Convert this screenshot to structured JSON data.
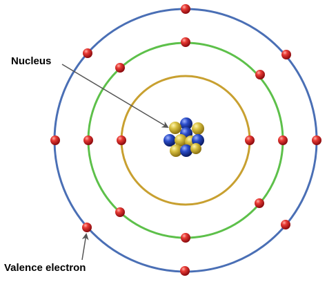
{
  "labels": {
    "nucleus": "Nucleus",
    "valence_electron": "Valence electron"
  },
  "shells": [
    {
      "name": "inner-shell",
      "color": "#C8A030",
      "electron_count": 2
    },
    {
      "name": "middle-shell",
      "color": "#5DC04A",
      "electron_count": 8
    },
    {
      "name": "outer-shell",
      "color": "#4A6FB5",
      "electron_count": 8
    }
  ],
  "nucleus": {
    "proton_color": "#D2B42A",
    "neutron_color": "#1F3FA8"
  },
  "electron_color": "#C8141C",
  "arrow_color": "#555555"
}
